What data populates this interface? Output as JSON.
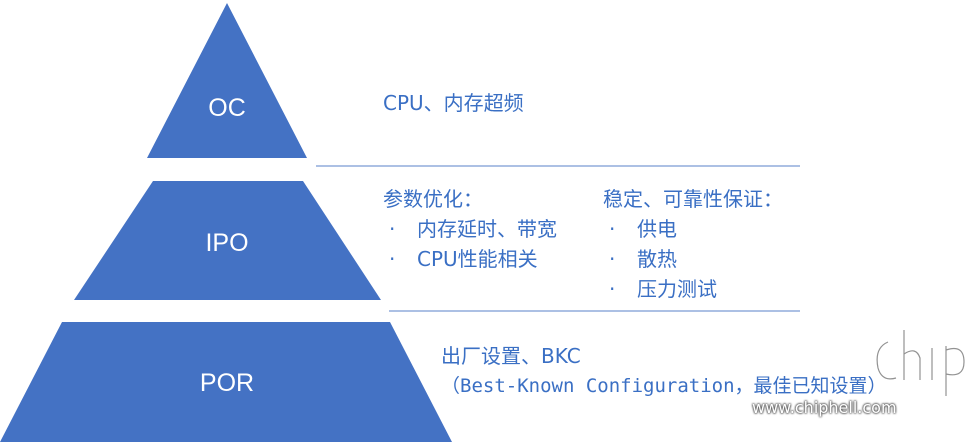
{
  "colors": {
    "tier_fill": "#4472c4",
    "text": "#3a6fc4",
    "divider": "#7a9ad4"
  },
  "tiers": [
    {
      "label": "OC"
    },
    {
      "label": "IPO"
    },
    {
      "label": "POR"
    }
  ],
  "oc": {
    "text": "CPU、内存超频"
  },
  "ipo": {
    "left_title": "参数优化：",
    "left_items": [
      "内存延时、带宽",
      "CPU性能相关"
    ],
    "right_title": "稳定、可靠性保证：",
    "right_items": [
      "供电",
      "散热",
      "压力测试"
    ],
    "bullet": "·"
  },
  "por": {
    "line1": "出厂设置、BKC",
    "line2": "（Best-Known Configuration，最佳已知设置）"
  },
  "watermark": {
    "url": "www.chiphell.com"
  }
}
